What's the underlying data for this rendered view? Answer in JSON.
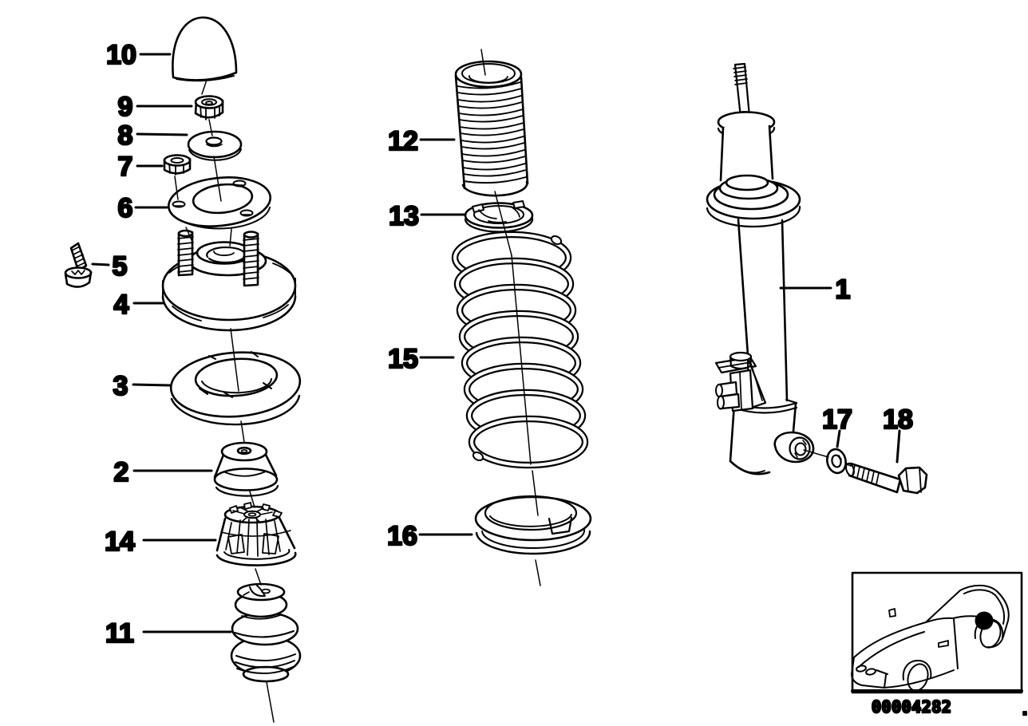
{
  "figure": {
    "type": "exploded-parts-diagram",
    "subject": "Rear shock absorber and coil spring strut mounting parts, exploded view with numbered callouts and car location inset",
    "doc_number": "00004282",
    "stray_mark": ".",
    "background_color": "#ffffff",
    "line_color": "#000000",
    "marker_color": "#000000"
  },
  "callouts": {
    "c1": {
      "label": "1"
    },
    "c2": {
      "label": "2"
    },
    "c3": {
      "label": "3"
    },
    "c4": {
      "label": "4"
    },
    "c5": {
      "label": "5"
    },
    "c6": {
      "label": "6"
    },
    "c7": {
      "label": "7"
    },
    "c8": {
      "label": "8"
    },
    "c9": {
      "label": "9"
    },
    "c10": {
      "label": "10"
    },
    "c11": {
      "label": "11"
    },
    "c12": {
      "label": "12"
    },
    "c13": {
      "label": "13"
    },
    "c14": {
      "label": "14"
    },
    "c15": {
      "label": "15"
    },
    "c16": {
      "label": "16"
    },
    "c17": {
      "label": "17"
    },
    "c18": {
      "label": "18"
    }
  }
}
